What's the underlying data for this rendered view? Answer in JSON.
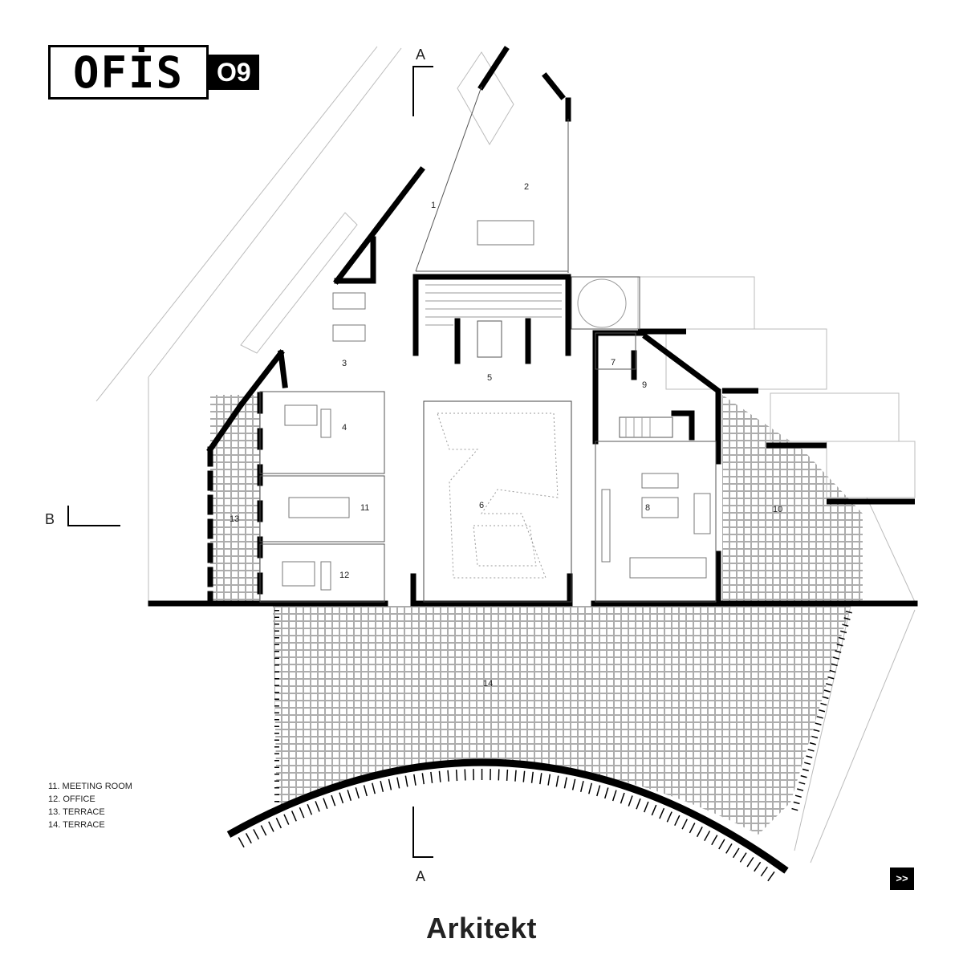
{
  "logo": {
    "word": "OFİS",
    "number": "O9"
  },
  "rooms": {
    "r1": "1",
    "r2": "2",
    "r3": "3",
    "r4": "4",
    "r5": "5",
    "r6": "6",
    "r7": "7",
    "r8": "8",
    "r9": "9",
    "r10": "10",
    "r11": "11",
    "r12": "12",
    "r13": "13",
    "r14": "14"
  },
  "section_markers": {
    "a_top": "A",
    "a_bottom": "A",
    "b_left": "B"
  },
  "legend": [
    "11. MEETING ROOM",
    "12. OFFICE",
    "13. TERRACE",
    "14. TERRACE"
  ],
  "next_button": ">>",
  "brand": "Arkitekt",
  "colors": {
    "ink": "#000000",
    "line": "#bbbbbb",
    "background": "#ffffff"
  }
}
